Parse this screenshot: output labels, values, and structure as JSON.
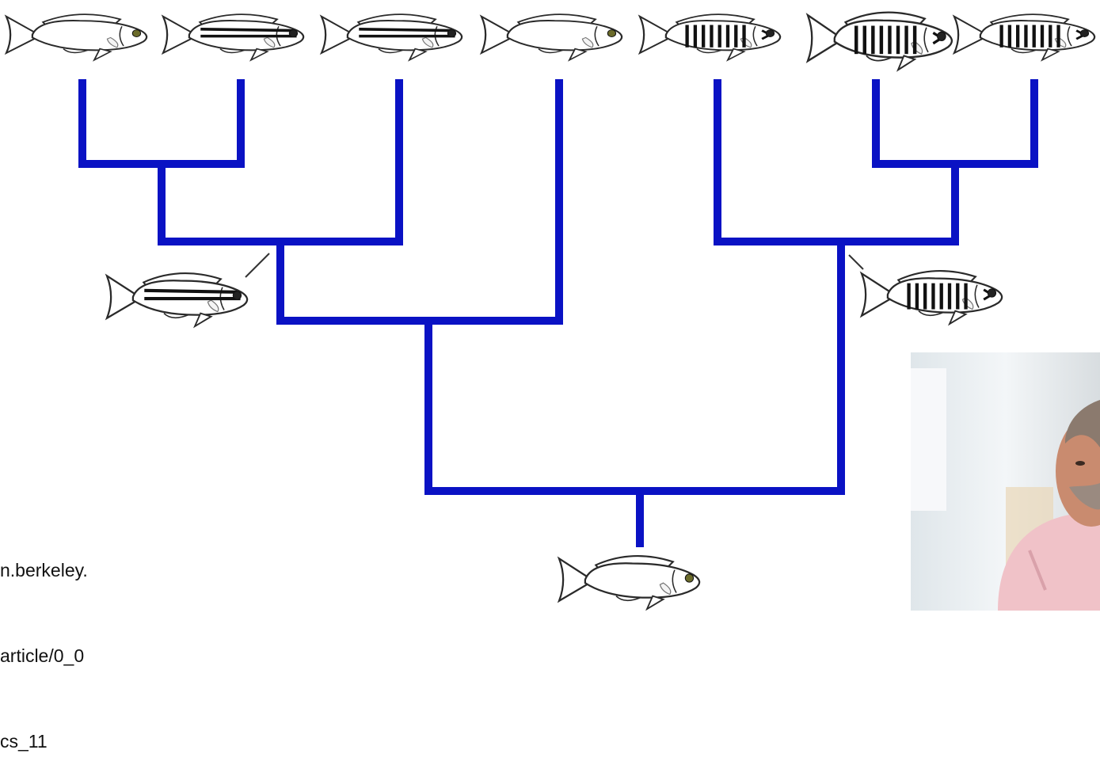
{
  "colors": {
    "tree": "#0a12c4",
    "fish_outline": "#2a2a2a",
    "fish_stripe": "#111111",
    "fish_fill": "#ffffff",
    "eye": "#6b6b2a"
  },
  "tips": [
    {
      "name": "fish-plain-1",
      "pattern": "plain"
    },
    {
      "name": "fish-horizontal-stripes-1",
      "pattern": "horizontal"
    },
    {
      "name": "fish-horizontal-stripes-2",
      "pattern": "horizontal"
    },
    {
      "name": "fish-plain-2",
      "pattern": "plain"
    },
    {
      "name": "fish-vertical-bars-1",
      "pattern": "vertical"
    },
    {
      "name": "fish-vertical-bars-2",
      "pattern": "vertical"
    },
    {
      "name": "fish-vertical-bars-3",
      "pattern": "vertical"
    }
  ],
  "ancestors": [
    {
      "name": "ancestor-horizontal-stripes",
      "pattern": "horizontal"
    },
    {
      "name": "ancestor-vertical-bars",
      "pattern": "vertical"
    },
    {
      "name": "ancestor-root",
      "pattern": "plain"
    }
  ],
  "caption": {
    "line1": "n.berkeley.",
    "line2": "article/0_0",
    "line3": "cs_11"
  }
}
